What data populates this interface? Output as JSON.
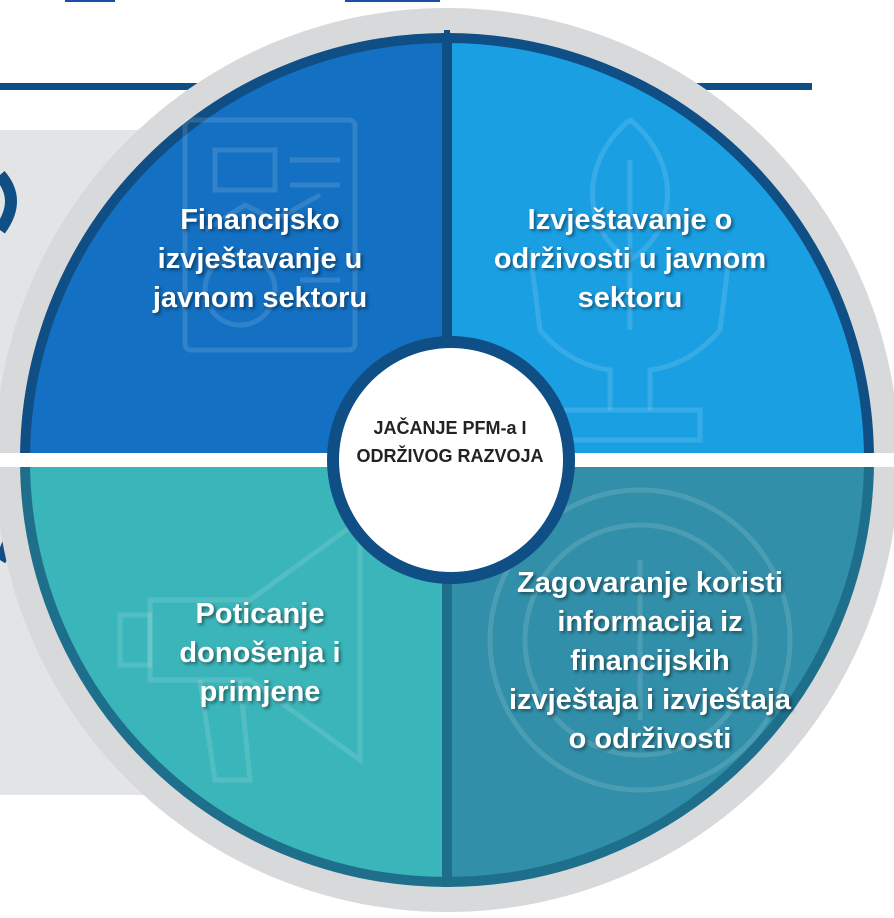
{
  "colors": {
    "top_left": "#1370c2",
    "top_right": "#1a9fe3",
    "bottom_left": "#3ab5b9",
    "bottom_right": "#318fa9",
    "outer_ring": "#d8d9da",
    "navy_border": "#0f4f86",
    "side_panel": "#e3e4e6"
  },
  "quadrants": {
    "top_left": "Financijsko\nizvještavanje u\njavnom sektoru",
    "top_right": "Izvještavanje o\nodrživosti u javnom\nsektoru",
    "bottom_left": "Poticanje\ndonošenja i\nprimjene",
    "bottom_right": "Zagovaranje koristi\ninformacija iz\nfinancijskih\nizvještaja i izvještaja\no održivosti"
  },
  "center": {
    "label": "JAČANJE PFM-a I\nODRŽIVOG RAZVOJA"
  },
  "icons": {
    "top_left": "financial-report-icon",
    "top_right": "plant-in-hands-icon",
    "bottom_left": "megaphone-icon",
    "bottom_right": "coin-icon"
  }
}
